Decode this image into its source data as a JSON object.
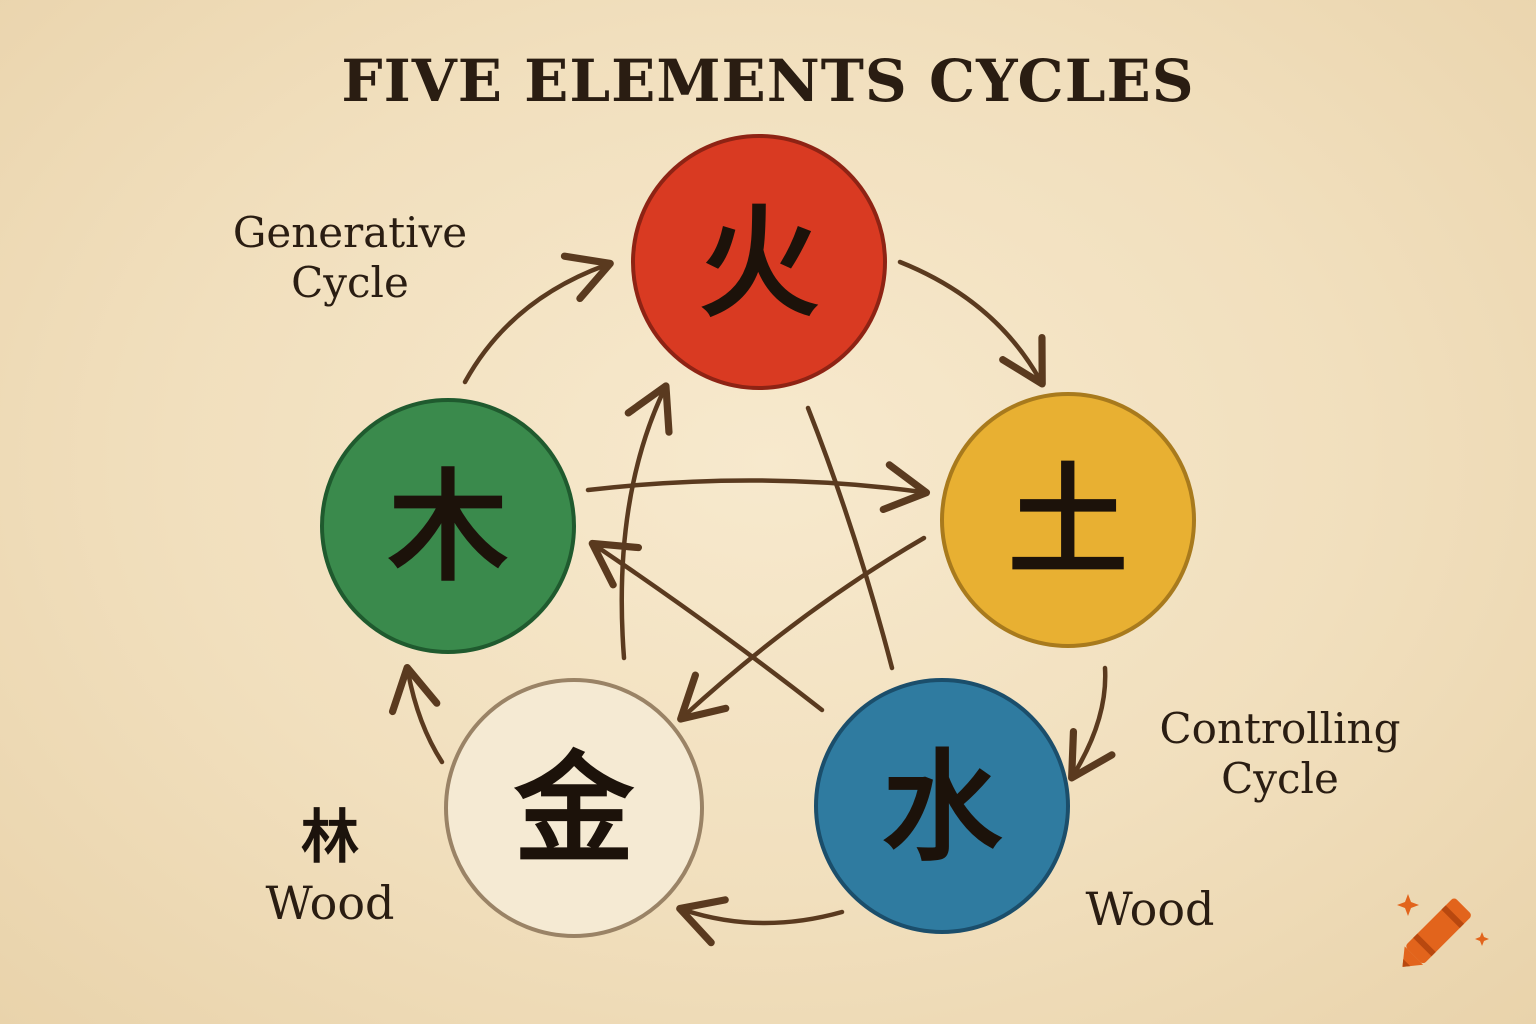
{
  "title": "FIVE ELEMENTS CYCLES",
  "generative_label": [
    "Generative",
    "Cycle"
  ],
  "controlling_label": [
    "Controlling",
    "Cycle"
  ],
  "wood_glyph": "林",
  "wood_left": "Wood",
  "wood_right": "Wood",
  "elements": [
    {
      "key": "fire",
      "glyph": "火",
      "color": "#d93a22",
      "border": "#8e2314"
    },
    {
      "key": "earth",
      "glyph": "土",
      "color": "#e8b032",
      "border": "#a87a1d"
    },
    {
      "key": "water",
      "glyph": "水",
      "color": "#2f7ba0",
      "border": "#1b4e6b"
    },
    {
      "key": "metal",
      "glyph": "金",
      "color": "#f5ead3",
      "border": "#9a8366"
    },
    {
      "key": "wood",
      "glyph": "木",
      "color": "#3a8a4c",
      "border": "#1f5a2e"
    }
  ],
  "colors": {
    "arrow": "#5a3a1f",
    "ink": "#2a1d12",
    "background": "#f2e2c4"
  },
  "logo": {
    "icon": "crayon-icon",
    "color": "#e2641c"
  }
}
